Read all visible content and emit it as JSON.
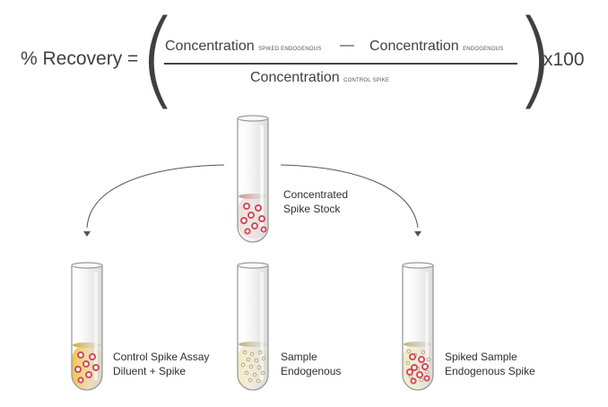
{
  "formula": {
    "lhs": "% Recovery =",
    "numerator_term1": "Concentration",
    "numerator_term1_sub": "SPIKED ENDOGENOUS",
    "minus": "—",
    "numerator_term2": "Concentration",
    "numerator_term2_sub": "ENDOGENOUS",
    "denominator": "Concentration",
    "denominator_sub": "CONTROL SPIKE",
    "multiplier": "x100"
  },
  "tubes": {
    "stock": {
      "line1": "Concentrated",
      "line2": "Spike Stock",
      "liquid_color": "#f0dcdc",
      "cap_color": "#c98e8e"
    },
    "control": {
      "line1": "Control Spike Assay",
      "line2": "Diluent + Spike",
      "liquid_color": "#f1c24c",
      "cap_color": "#c9a037"
    },
    "sample": {
      "line1": "Sample",
      "line2": "Endogenous",
      "liquid_color": "#f3e8c6",
      "cap_color": "#b8a97d"
    },
    "spiked": {
      "line1": "Spiked Sample",
      "line2": "Endogenous Spike",
      "liquid_color": "#f3e8c6",
      "cap_color": "#b8a97d"
    }
  },
  "colors": {
    "spike_dot": "#d24b5c",
    "endogenous_dot": "#b6a774",
    "glass": "#9a9a9a",
    "arrow": "#555555"
  }
}
